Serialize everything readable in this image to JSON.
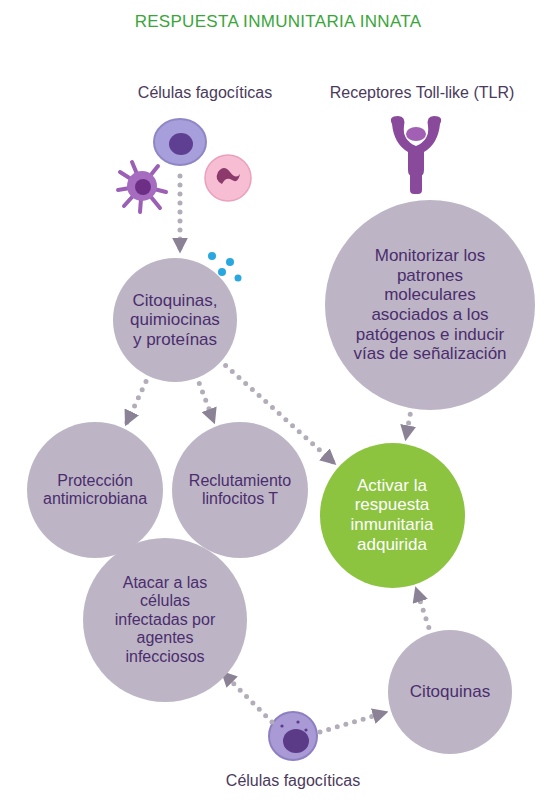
{
  "diagram": {
    "title": "RESPUESTA INMUNITARIA INNATA",
    "nodes": [
      {
        "text": [
          "Citoquinas, quimiocinas y proteínas"
        ]
      },
      {
        "text": [
          "Monitorizar los patrones moleculares asociados a los patógenos e inducir vías de señalización"
        ]
      },
      {
        "text": [
          "Protección antimicrobiana"
        ]
      },
      {
        "text": [
          "Reclutamiento linfocitos T"
        ]
      },
      {
        "text": [
          "Activar la respuesta inmunitaria adquirida"
        ]
      },
      {
        "text": [
          "Atacar a las células infectadas por agentes infecciosos"
        ]
      },
      {
        "text": [
          "Citoquinas"
        ]
      }
    ],
    "edges": [
      {
        "from": 0,
        "to": 2,
        "arrow": "to"
      },
      {
        "from": 0,
        "to": 3,
        "arrow": "to"
      },
      {
        "from": 0,
        "to": 4,
        "arrow": "to"
      },
      {
        "from": 1,
        "to": 4,
        "arrow": "to"
      },
      {
        "from": 6,
        "to": 4,
        "arrow": "to"
      }
    ],
    "labels": [
      "Células fagocíticas",
      "Receptores Toll-like (TLR)",
      "Células fagocíticas"
    ]
  }
}
